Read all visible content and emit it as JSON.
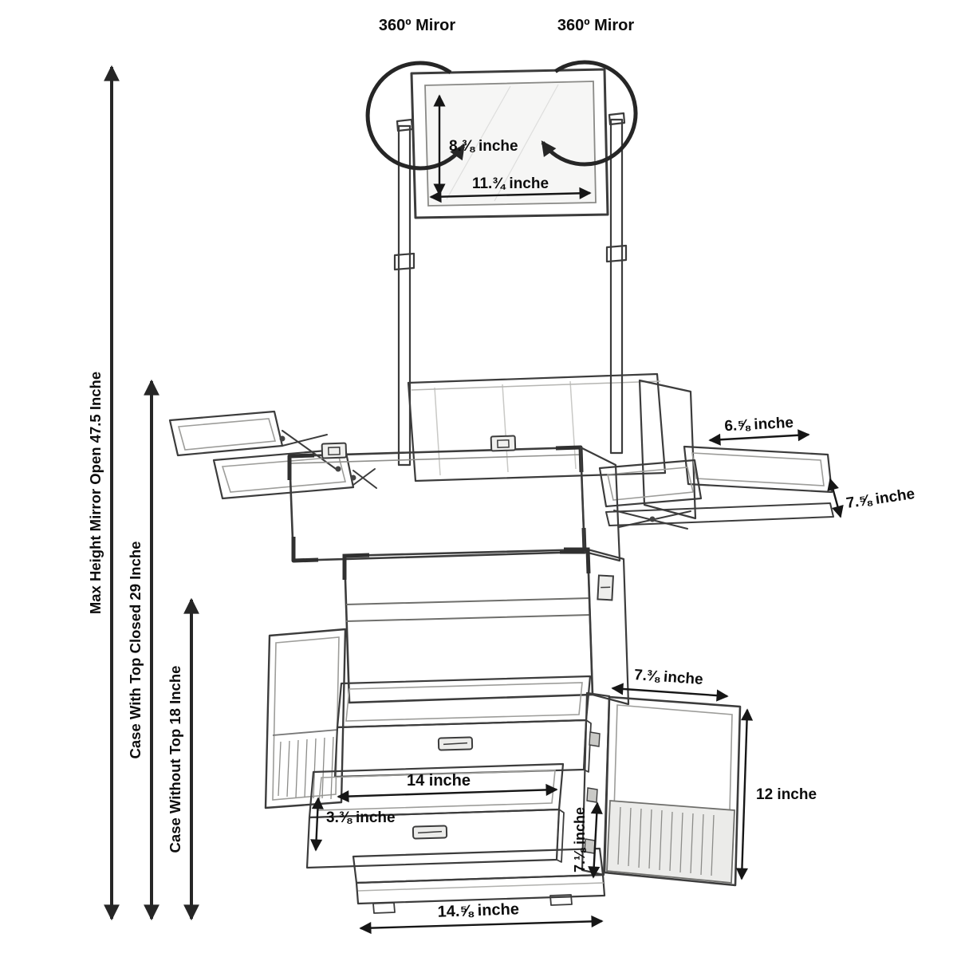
{
  "figure": {
    "rotation_left": "360º Miror",
    "rotation_right": "360º Miror"
  },
  "heights": {
    "max_open": "Max Height Mirror Open 47.5 Inche",
    "top_closed": "Case With Top Closed 29 Inche",
    "without_top": "Case Without Top 18 Inche"
  },
  "mirror": {
    "height": "8.⅜ inche",
    "width": "11.¾ inche"
  },
  "tray": {
    "width": "6.⅝ inche",
    "depth": "7.⅝ inche"
  },
  "drawer": {
    "width": "14 inche",
    "front_height": "3.⅜ inche",
    "side_height": "7.⅛ inche"
  },
  "door": {
    "width": "7.⅜ inche",
    "height": "12 inche"
  },
  "base": {
    "width": "14.⅝ inche"
  },
  "colors": {
    "ink": "#1c1c1c",
    "sketch": "#3c3c3c",
    "quilt_light": "#f6f6f5",
    "quilt_dark": "#e9e9e7"
  }
}
